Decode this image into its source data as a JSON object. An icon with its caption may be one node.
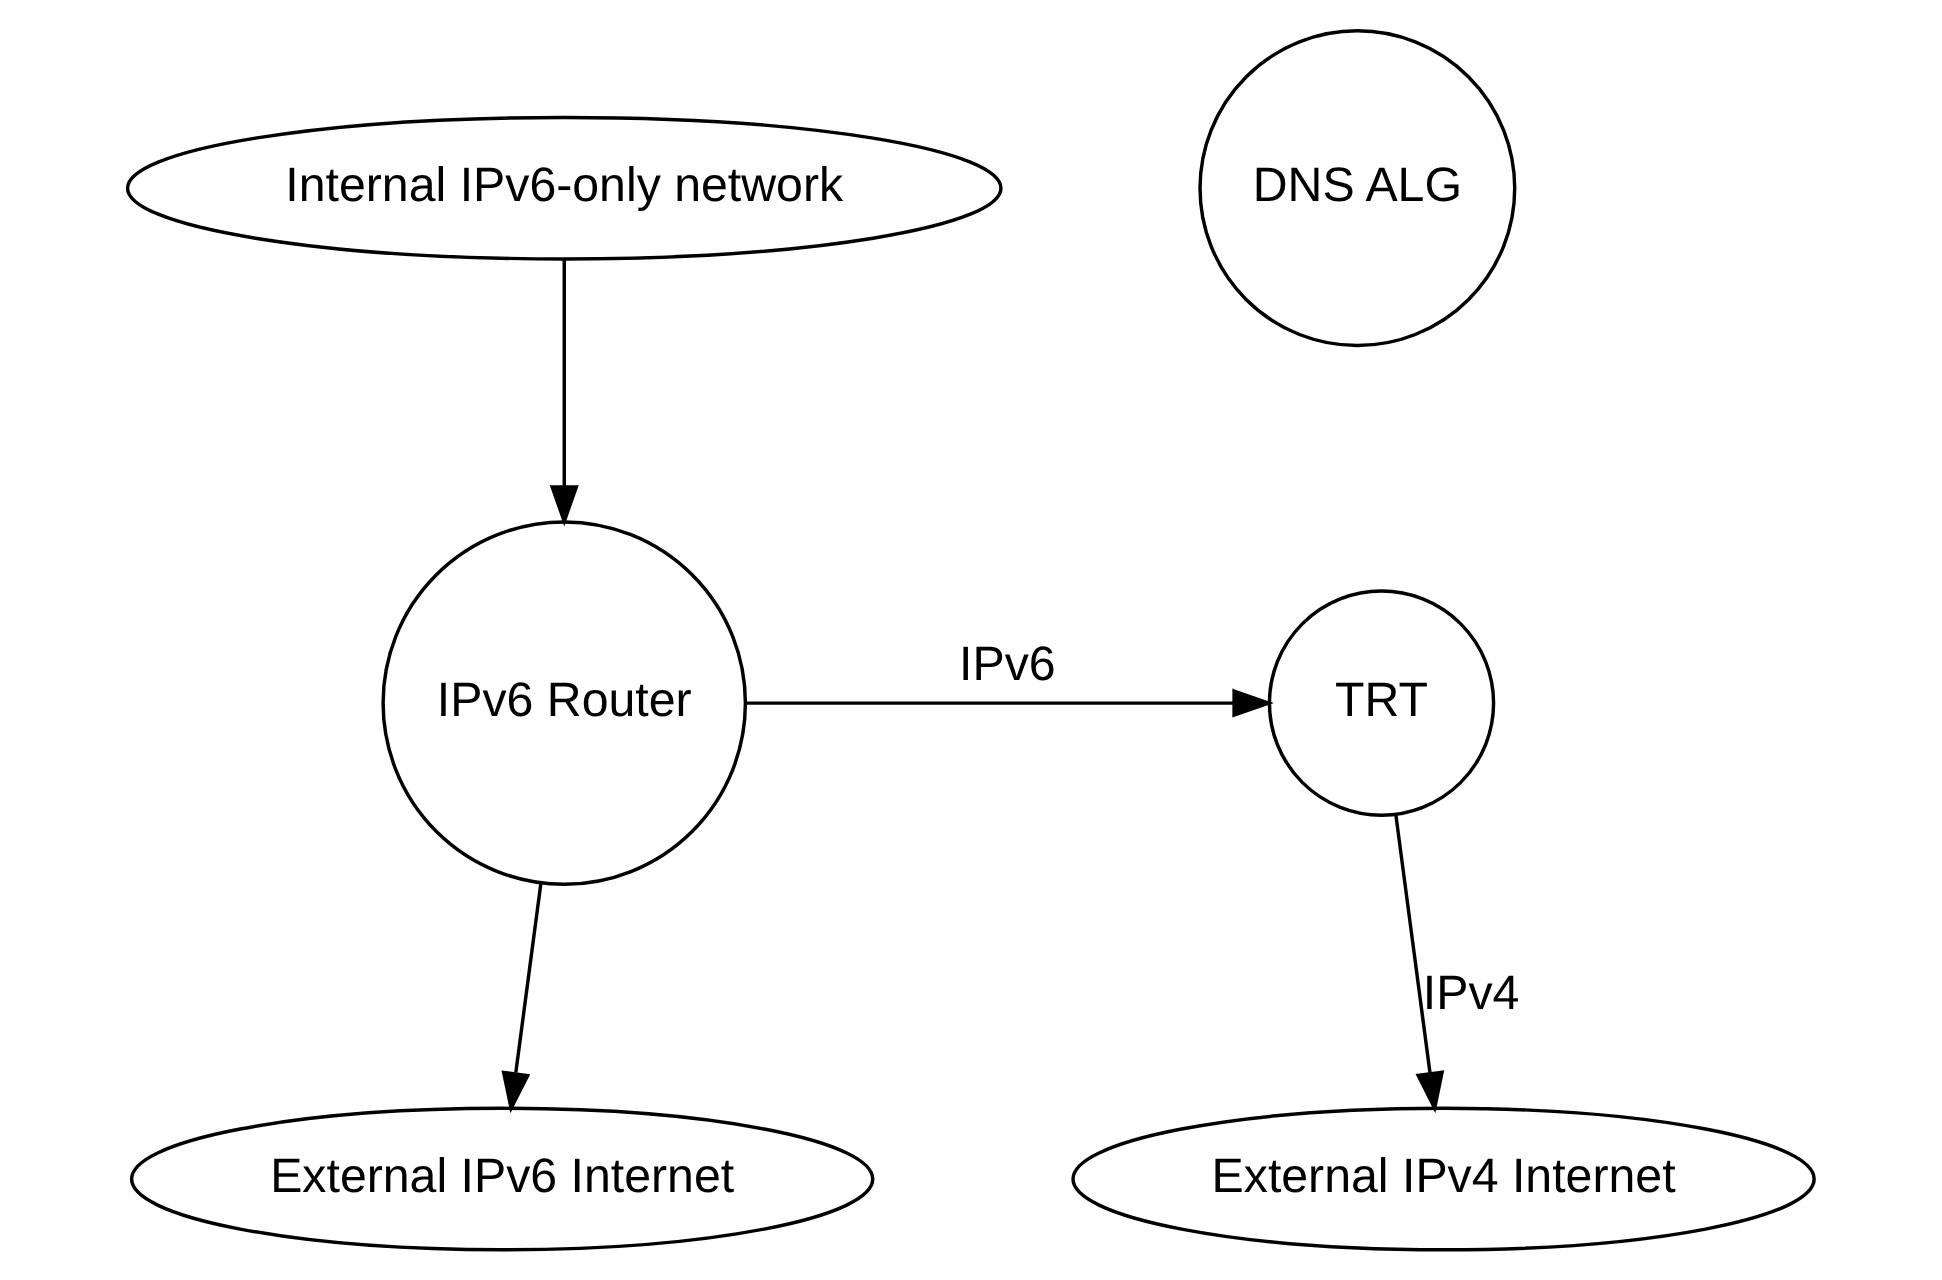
{
  "diagram": {
    "nodes": [
      {
        "text": [
          "Internal IPv6-only network"
        ]
      },
      {
        "text": [
          "DNS ALG"
        ]
      },
      {
        "text": [
          "IPv6 Router"
        ]
      },
      {
        "text": [
          "TRT"
        ]
      },
      {
        "text": [
          "External IPv6 Internet"
        ]
      },
      {
        "text": [
          "External IPv4 Internet"
        ]
      }
    ],
    "edges": [
      {
        "from": 0,
        "to": 2,
        "arrow": "to"
      },
      {
        "from": 2,
        "to": 3,
        "arrow": "to",
        "label": "IPv6"
      },
      {
        "from": 2,
        "to": 4,
        "arrow": "to"
      },
      {
        "from": 3,
        "to": 5,
        "arrow": "to",
        "label": "IPv4"
      }
    ]
  }
}
